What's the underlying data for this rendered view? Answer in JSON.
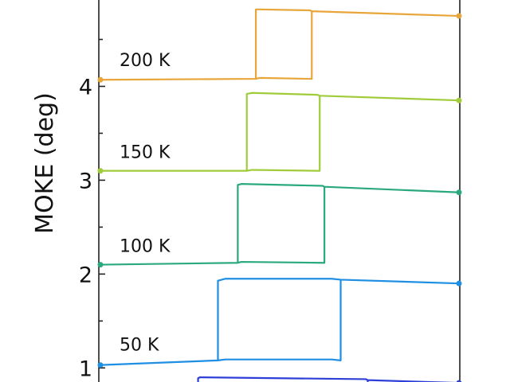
{
  "chart_data": {
    "type": "line",
    "ylabel": "MOKE (deg)",
    "yticks": [
      1,
      2,
      3,
      4
    ],
    "ylim": [
      0.85,
      4.92
    ],
    "xlim": [
      0,
      1
    ],
    "series": [
      {
        "name": "50 K",
        "color": "#1e8fe3",
        "offset": 1.05,
        "x": [
          0.0,
          0.33,
          0.35,
          0.645,
          0.67,
          1.0
        ],
        "y_low": [
          1.03,
          1.08,
          1.09,
          1.09,
          1.08,
          1.08
        ],
        "y_high": [
          1.93,
          1.93,
          1.95,
          1.95,
          1.94,
          1.9
        ]
      },
      {
        "name": "100 K",
        "color": "#2aa87e",
        "offset": 2.1,
        "x": [
          0.0,
          0.385,
          0.395,
          0.62,
          0.625,
          1.0
        ],
        "y_low": [
          2.1,
          2.12,
          2.13,
          2.12,
          2.12,
          2.12
        ],
        "y_high": [
          2.95,
          2.95,
          2.96,
          2.94,
          2.93,
          2.87
        ]
      },
      {
        "name": "150 K",
        "color": "#a0cc3a",
        "offset": 3.1,
        "x": [
          0.0,
          0.41,
          0.425,
          0.605,
          0.612,
          1.0
        ],
        "y_low": [
          3.1,
          3.1,
          3.11,
          3.1,
          3.1,
          3.1
        ],
        "y_high": [
          3.92,
          3.92,
          3.93,
          3.91,
          3.9,
          3.85
        ]
      },
      {
        "name": "200 K",
        "color": "#e8a53a",
        "offset": 4.08,
        "x": [
          0.0,
          0.435,
          0.445,
          0.585,
          0.59,
          1.0
        ],
        "y_low": [
          4.07,
          4.08,
          4.09,
          4.08,
          4.08,
          4.08
        ],
        "y_high": [
          4.82,
          4.82,
          4.82,
          4.81,
          4.8,
          4.75
        ]
      },
      {
        "name": "",
        "color": "#2d3fd8",
        "offset": 0.8,
        "x": [
          0.0,
          0.275,
          0.28,
          0.74,
          0.745,
          1.0
        ],
        "y_low": [
          0.8,
          0.8,
          0.8,
          0.8,
          0.8,
          0.8
        ],
        "y_high": [
          0.89,
          0.89,
          0.9,
          0.88,
          0.87,
          0.84
        ]
      }
    ]
  }
}
